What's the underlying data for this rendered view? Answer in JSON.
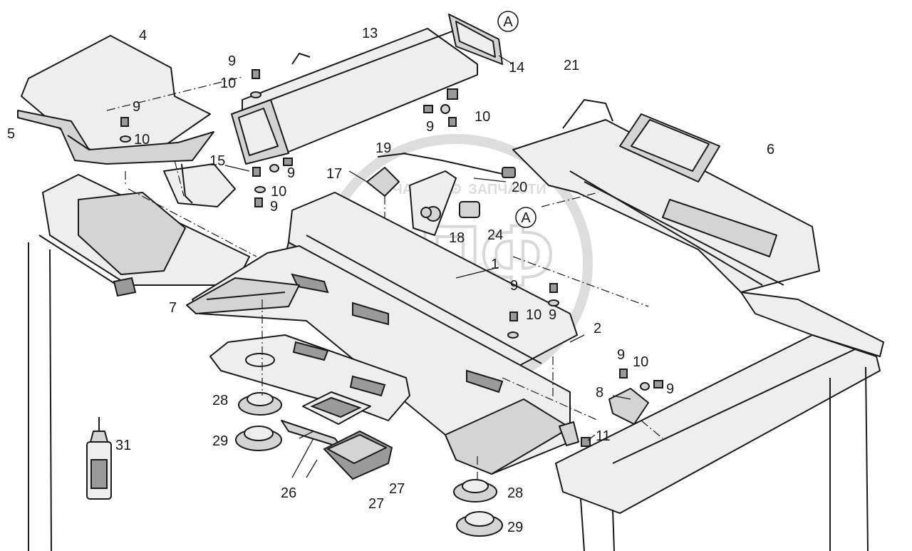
{
  "watermark": {
    "logo_text": "ЭПФ",
    "brand_left": "ЧАСТИ",
    "brand_right": "ЗАПЧАСТИ"
  },
  "callout": {
    "letter": "A"
  },
  "parts": {
    "p1": "1",
    "p2": "2",
    "p4": "4",
    "p5": "5",
    "p6": "6",
    "p7": "7",
    "p8": "8",
    "p9": "9",
    "p10": "10",
    "p11": "11",
    "p13": "13",
    "p14": "14",
    "p15": "15",
    "p17": "17",
    "p18": "18",
    "p19": "19",
    "p20": "20",
    "p21": "21",
    "p24": "24",
    "p26": "26",
    "p27": "27",
    "p28": "28",
    "p29": "29",
    "p31": "31"
  }
}
